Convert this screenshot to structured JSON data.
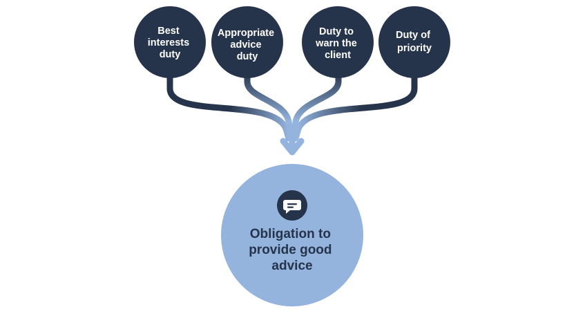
{
  "colors": {
    "duty_node": "#26344b",
    "duty_text": "#ffffff",
    "result_node": "#94b4de",
    "result_text": "#26344b",
    "arrow_light": "#94b4de"
  },
  "duties": [
    {
      "lines": [
        "Best",
        "interests",
        "duty"
      ]
    },
    {
      "lines": [
        "Appropriate",
        "advice",
        "duty"
      ]
    },
    {
      "lines": [
        "Duty to",
        "warn the",
        "client"
      ]
    },
    {
      "lines": [
        "Duty of",
        "priority"
      ]
    }
  ],
  "result": {
    "icon": "speech-bubble-icon",
    "lines": [
      "Obligation to",
      "provide good",
      "advice"
    ]
  }
}
